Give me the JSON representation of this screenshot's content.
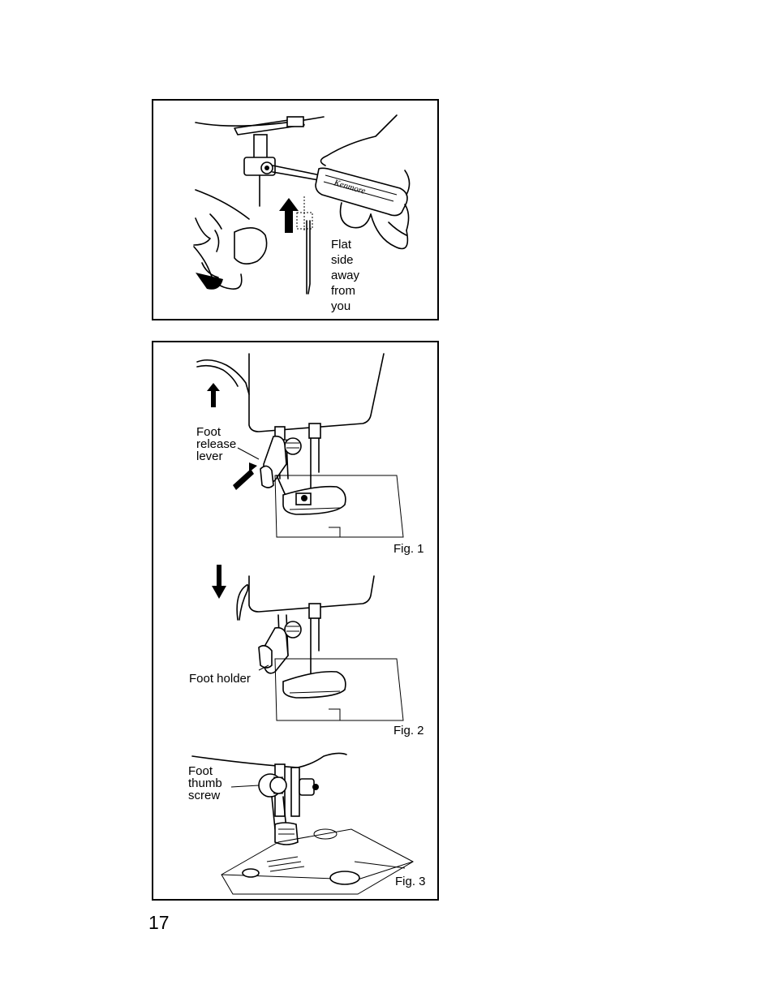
{
  "top_panel": {
    "brand": "Kenmore",
    "needle_caption": "Flat\nside\naway\nfrom\nyou"
  },
  "fig1": {
    "lever_label": "Foot\nrelease\nlever",
    "caption": "Fig. 1"
  },
  "fig2": {
    "holder_label": "Foot holder",
    "caption": "Fig. 2"
  },
  "fig3": {
    "screw_label": "Foot\nthumb\nscrew",
    "caption": "Fig. 3"
  },
  "page_number": "17"
}
